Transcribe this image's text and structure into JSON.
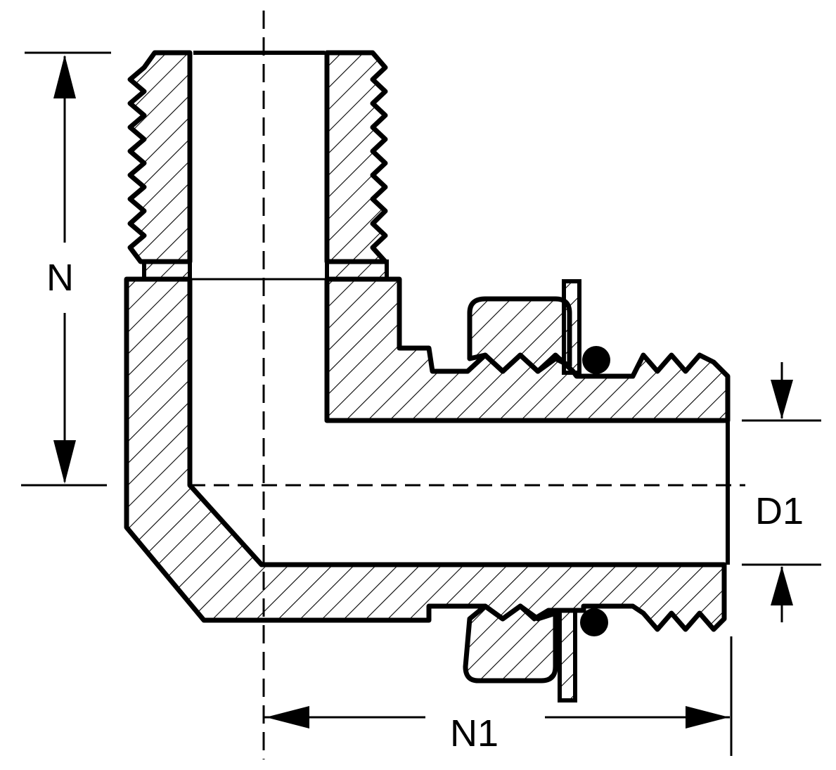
{
  "labels": {
    "n": "N",
    "n1": "N1",
    "d1": "D1"
  },
  "colors": {
    "ink": "#000000",
    "background": "#ffffff"
  }
}
